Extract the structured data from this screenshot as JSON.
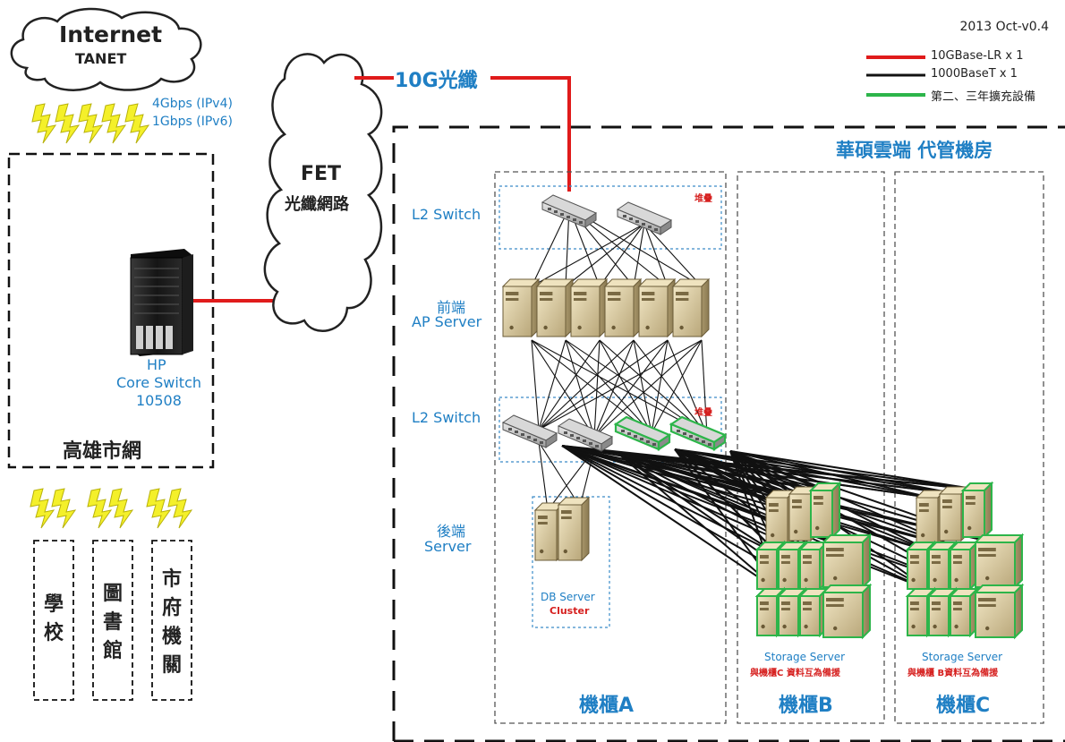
{
  "version": "2013 Oct-v0.4",
  "legend": [
    {
      "label": "10GBase-LR x 1",
      "color": "#e01b1b"
    },
    {
      "label": "1000BaseT   x 1",
      "color": "#111111"
    },
    {
      "label": "第二、三年擴充設備",
      "color": "#2db54a"
    }
  ],
  "internet": {
    "title": "Internet",
    "subtitle": "TANET"
  },
  "bandwidth": {
    "ipv4": "4Gbps (IPv4)",
    "ipv6": "1Gbps (IPv6)"
  },
  "fet": {
    "title": "FET",
    "subtitle": "光纖網路"
  },
  "link_label": "10G光纖",
  "kaohsiung": {
    "label": "高雄市網",
    "core_switch": [
      "HP",
      "Core Switch",
      "10508"
    ]
  },
  "endpoints": [
    {
      "label": "學校",
      "chars": [
        "學",
        "校"
      ]
    },
    {
      "label": "圖書館",
      "chars": [
        "圖",
        "書",
        "館"
      ]
    },
    {
      "label": "市府機關",
      "chars": [
        "市",
        "府",
        "機",
        "關"
      ]
    }
  ],
  "datacenter": {
    "title": "華碩雲端 代管機房",
    "layers": {
      "l2_top": "L2 Switch",
      "ap_line1": "前端",
      "ap_line2": "AP Server",
      "l2_mid": "L2 Switch",
      "backend_line1": "後端",
      "backend_line2": "Server"
    },
    "stack_label": "堆疊",
    "db": {
      "line1": "DB Server",
      "line2": "Cluster"
    },
    "cabinets": [
      {
        "label": "機櫃A"
      },
      {
        "label": "機櫃B",
        "storage": "Storage Server",
        "note": "與機櫃C 資料互為備援"
      },
      {
        "label": "機櫃C",
        "storage": "Storage Server",
        "note": "與機櫃 B資料互為備援"
      }
    ]
  },
  "colors": {
    "accent_blue": "#1f7fc4",
    "fiber_red": "#e01b1b",
    "expansion_green": "#2db54a"
  }
}
